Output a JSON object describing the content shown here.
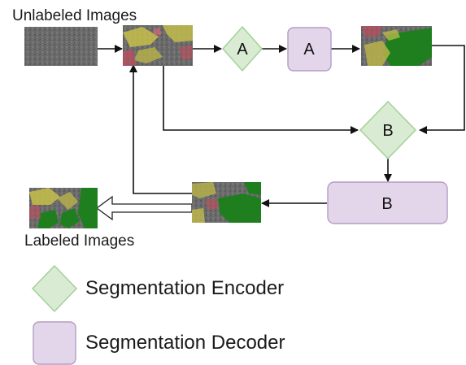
{
  "title_top": "Unlabeled Images",
  "title_bottom": "Labeled Images",
  "nodes": {
    "encoder_a": "A",
    "decoder_a": "A",
    "encoder_b": "B",
    "decoder_b": "B"
  },
  "legend": {
    "encoder": "Segmentation Encoder",
    "decoder": "Segmentation Decoder"
  },
  "colors": {
    "encoder_fill": "#d9ecd3",
    "encoder_stroke": "#9fcf94",
    "decoder_fill": "#e4d6ea",
    "decoder_stroke": "#b49cc4",
    "arrow": "#111111"
  }
}
